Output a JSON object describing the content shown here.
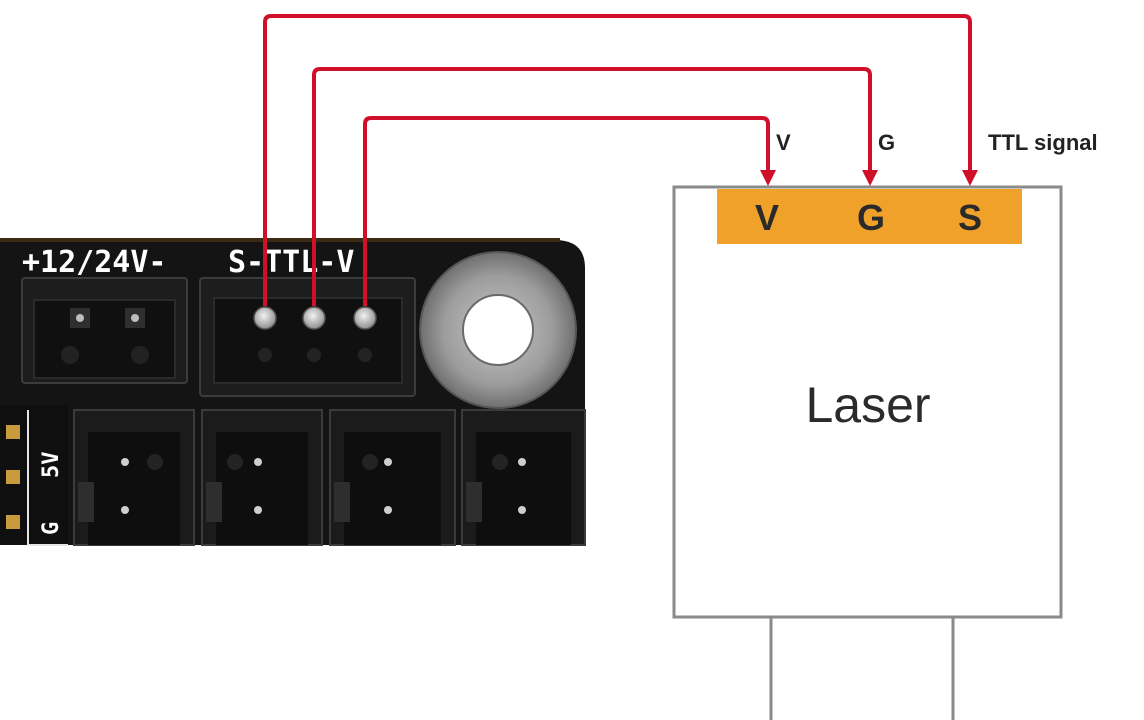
{
  "board": {
    "silkscreen_power": "+12/24V-",
    "silkscreen_ttl": "S-TTL-V",
    "silkscreen_side_5v": "5V",
    "silkscreen_side_g": "G"
  },
  "wires": {
    "color": "#d0102a",
    "v_label": "V",
    "g_label": "G",
    "s_label": "TTL signal"
  },
  "laser": {
    "pin_strip_color": "#f0a12a",
    "pin_v": "V",
    "pin_g": "G",
    "pin_s": "S",
    "label": "Laser"
  }
}
